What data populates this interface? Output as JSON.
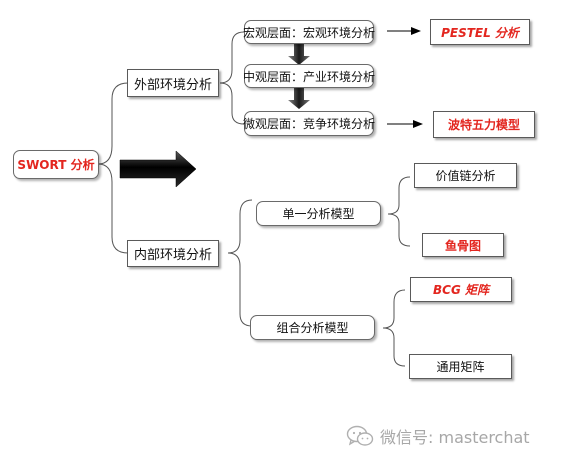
{
  "root": {
    "label": "SWORT 分析"
  },
  "external": {
    "label": "外部环境分析",
    "macro": {
      "label": "宏观层面：宏观环境分析",
      "result": "PESTEL 分析"
    },
    "meso": {
      "label": "中观层面：产业环境分析"
    },
    "micro": {
      "label": "微观层面：竞争环境分析",
      "result": "波特五力模型"
    }
  },
  "internal": {
    "label": "内部环境分析",
    "single": {
      "label": "单一分析模型",
      "children": [
        "价值链分析",
        "鱼骨图"
      ]
    },
    "combined": {
      "label": "组合分析模型",
      "children": [
        "BCG 矩阵",
        "通用矩阵"
      ]
    }
  },
  "watermark": {
    "text": "微信号: masterchat",
    "icon": "wechat-icon"
  },
  "colors": {
    "accent": "#e3261f",
    "text": "#111111",
    "watermark": "#a7a7a7"
  }
}
